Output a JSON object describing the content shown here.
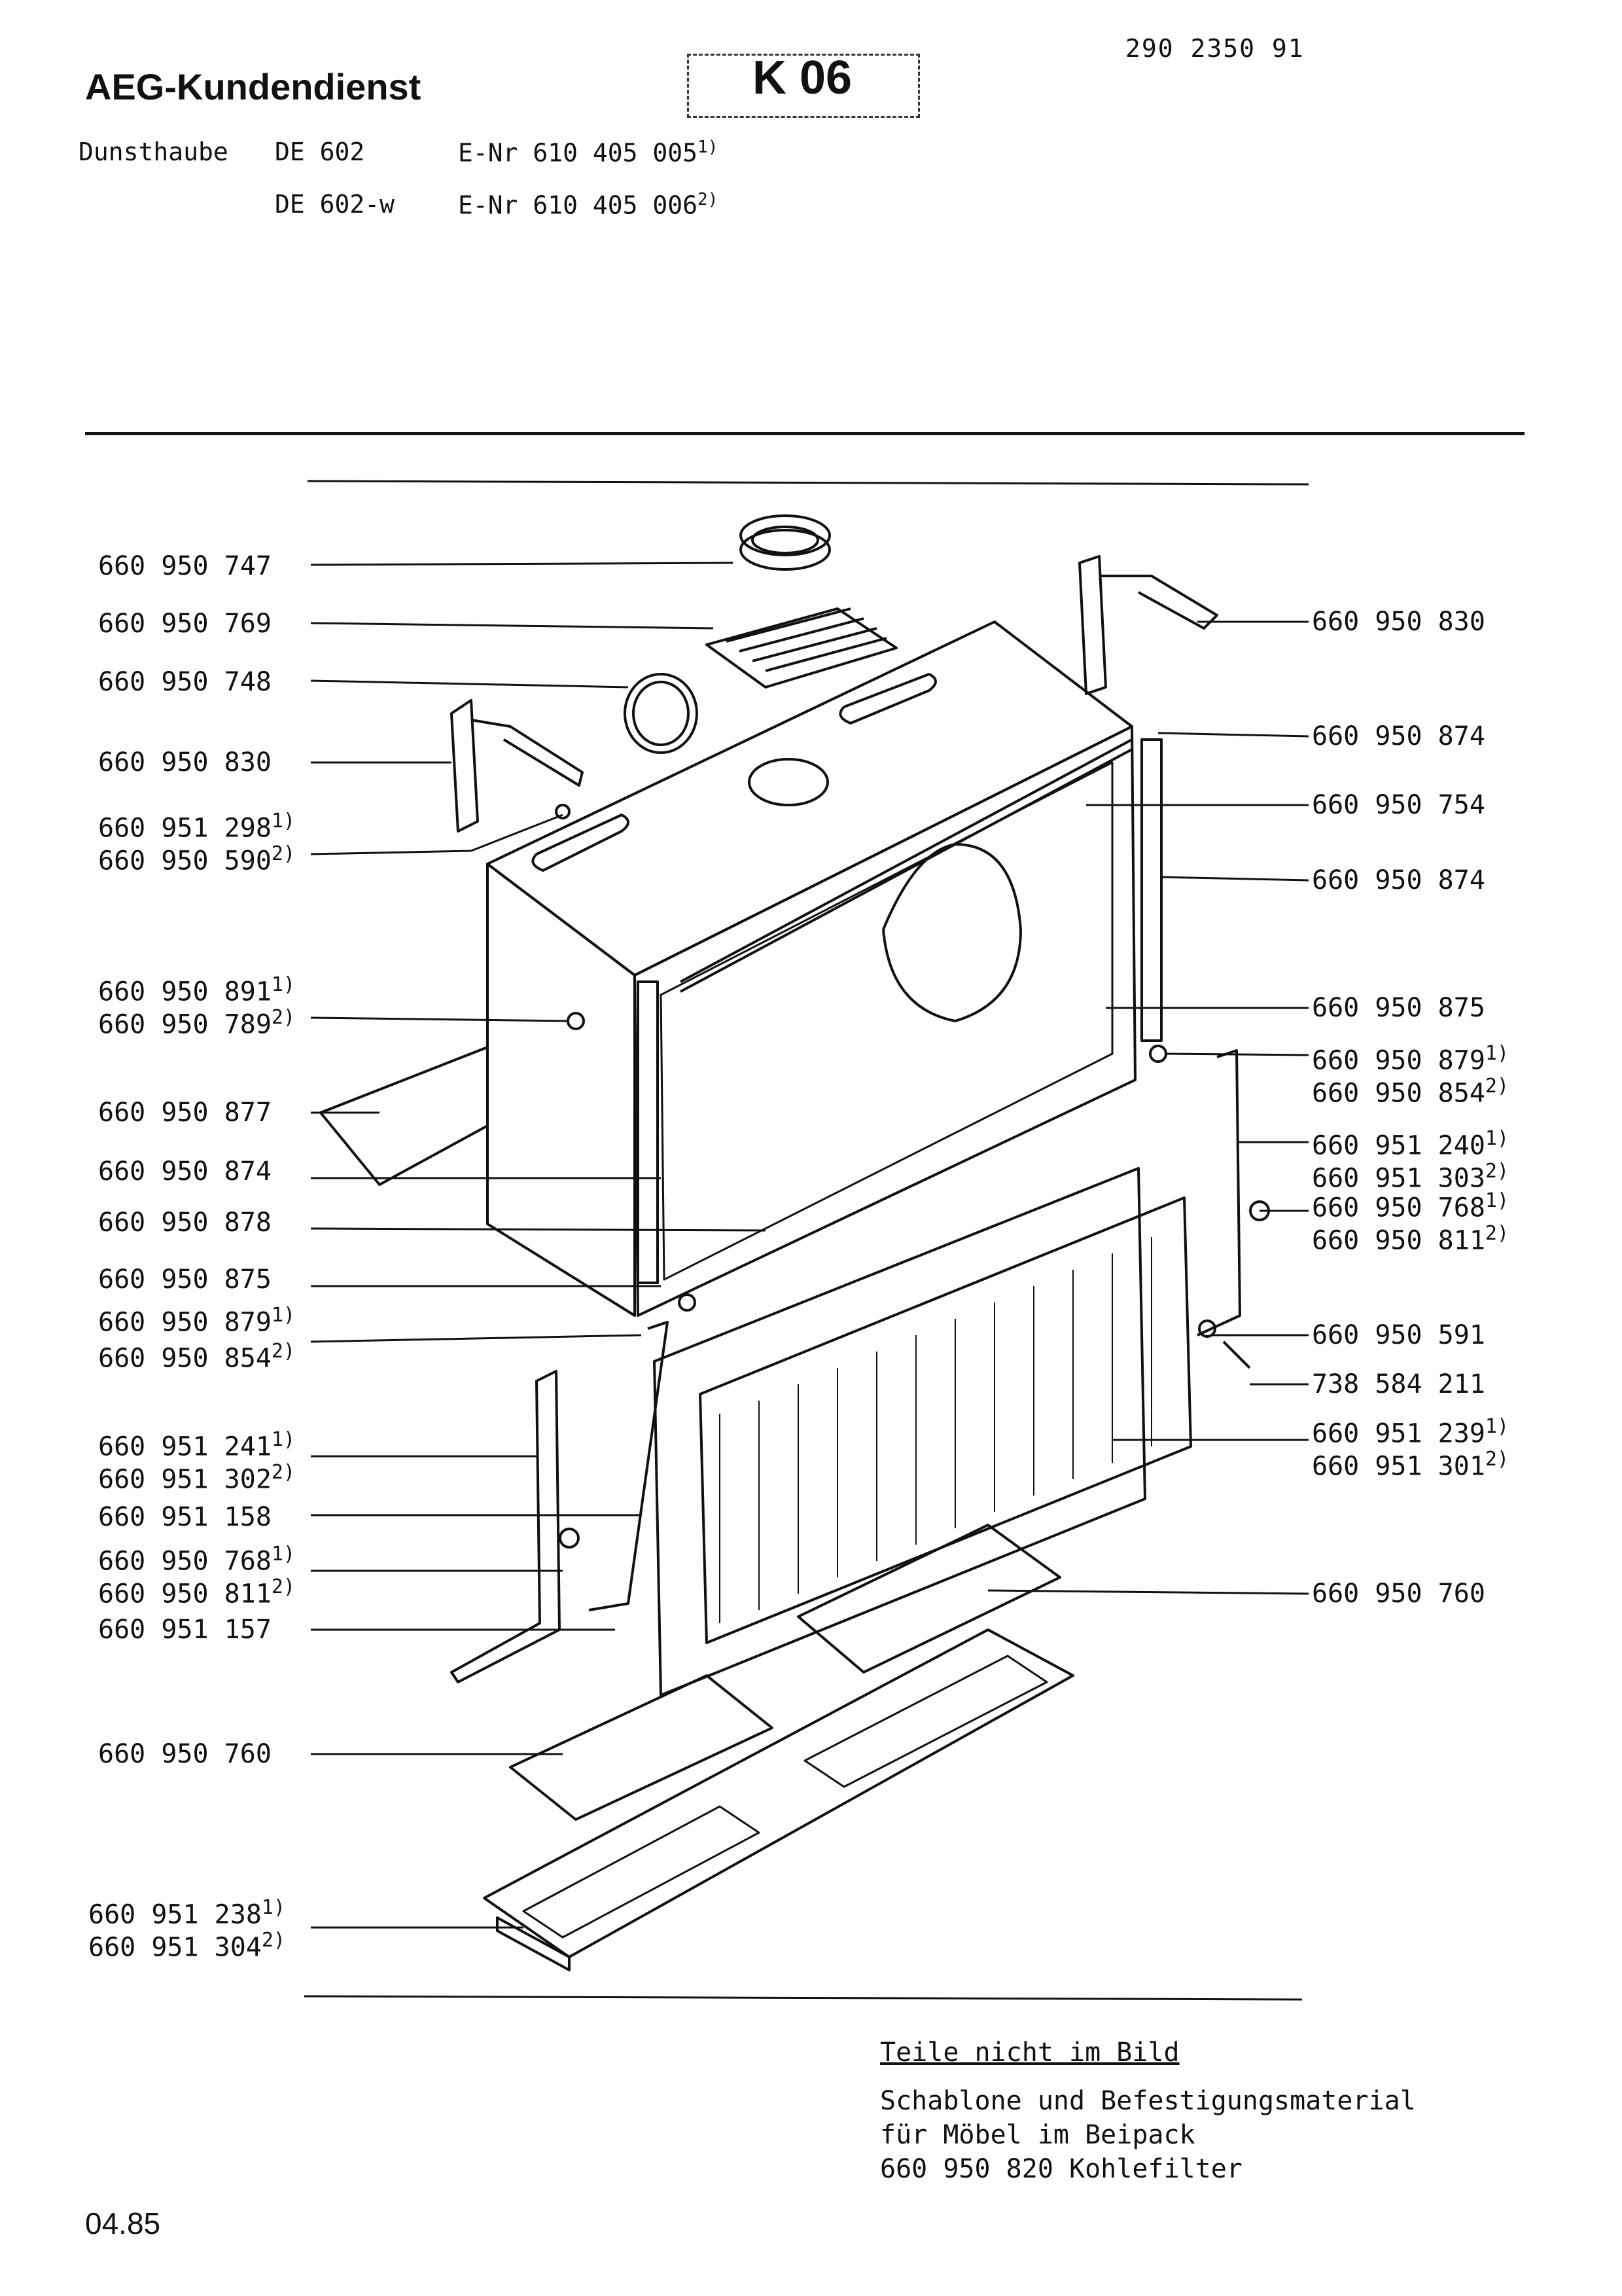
{
  "header": {
    "brand": "AEG-Kundendienst",
    "section": "K 06",
    "doc_number": "290 2350 91",
    "appliance": "Dunsthaube",
    "models": [
      {
        "model": "DE 602",
        "enr": "E-Nr 610 405 005",
        "fn": "1)"
      },
      {
        "model": "DE 602-w",
        "enr": "E-Nr 610 405 006",
        "fn": "2)"
      }
    ]
  },
  "left_labels": [
    {
      "part": "660 950 747"
    },
    {
      "part": "660 950 769"
    },
    {
      "part": "660 950 748"
    },
    {
      "part": "660 950 830"
    },
    {
      "part": "660 951 298",
      "fn": "1)"
    },
    {
      "part": "660 950 590",
      "fn": "2)"
    },
    {
      "part": "660 950 891",
      "fn": "1)"
    },
    {
      "part": "660 950 789",
      "fn": "2)"
    },
    {
      "part": "660 950 877"
    },
    {
      "part": "660 950 874"
    },
    {
      "part": "660 950 878"
    },
    {
      "part": "660 950 875"
    },
    {
      "part": "660 950 879",
      "fn": "1)"
    },
    {
      "part": "660 950 854",
      "fn": "2)"
    },
    {
      "part": "660 951 241",
      "fn": "1)"
    },
    {
      "part": "660 951 302",
      "fn": "2)"
    },
    {
      "part": "660 951 158"
    },
    {
      "part": "660 950 768",
      "fn": "1)"
    },
    {
      "part": "660 950 811",
      "fn": "2)"
    },
    {
      "part": "660 951 157"
    },
    {
      "part": "660 950 760"
    },
    {
      "part": "660 951 238",
      "fn": "1)"
    },
    {
      "part": "660 951 304",
      "fn": "2)"
    }
  ],
  "right_labels": [
    {
      "part": "660 950 830"
    },
    {
      "part": "660 950 874"
    },
    {
      "part": "660 950 754"
    },
    {
      "part": "660 950 874"
    },
    {
      "part": "660 950 875"
    },
    {
      "part": "660 950 879",
      "fn": "1)"
    },
    {
      "part": "660 950 854",
      "fn": "2)"
    },
    {
      "part": "660 951 240",
      "fn": "1)"
    },
    {
      "part": "660 951 303",
      "fn": "2)"
    },
    {
      "part": "660 950 768",
      "fn": "1)"
    },
    {
      "part": "660 950 811",
      "fn": "2)"
    },
    {
      "part": "660 950 591"
    },
    {
      "part": "738 584 211"
    },
    {
      "part": "660 951 239",
      "fn": "1)"
    },
    {
      "part": "660 951 301",
      "fn": "2)"
    },
    {
      "part": "660 950 760"
    }
  ],
  "notes": {
    "heading": "Teile nicht im Bild",
    "line1": "Schablone und Befestigungsmaterial",
    "line2": "für Möbel im Beipack",
    "line3": "660 950 820 Kohlefilter"
  },
  "date": "04.85"
}
